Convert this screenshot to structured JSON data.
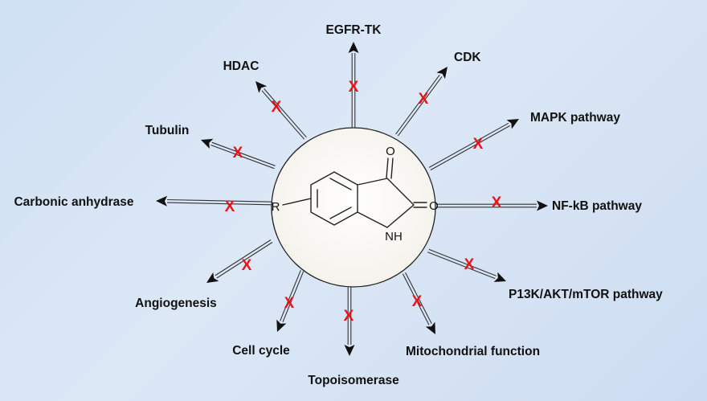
{
  "diagram": {
    "substituent_label": "R",
    "carbonyl_label_top": "O",
    "carbonyl_label_right": "O",
    "amine_label": "NH",
    "inhibit_mark": "X",
    "inhibit_color": "#e8141c",
    "targets": [
      {
        "label": "EGFR-TK"
      },
      {
        "label": "CDK"
      },
      {
        "label": "MAPK pathway"
      },
      {
        "label": "NF-kB pathway"
      },
      {
        "label": "P13K/AKT/mTOR pathway"
      },
      {
        "label": "Mitochondrial function"
      },
      {
        "label": "Topoisomerase"
      },
      {
        "label": "Cell cycle"
      },
      {
        "label": "Angiogenesis"
      },
      {
        "label": "Carbonic anhydrase"
      },
      {
        "label": "Tubulin"
      },
      {
        "label": "HDAC"
      }
    ]
  }
}
